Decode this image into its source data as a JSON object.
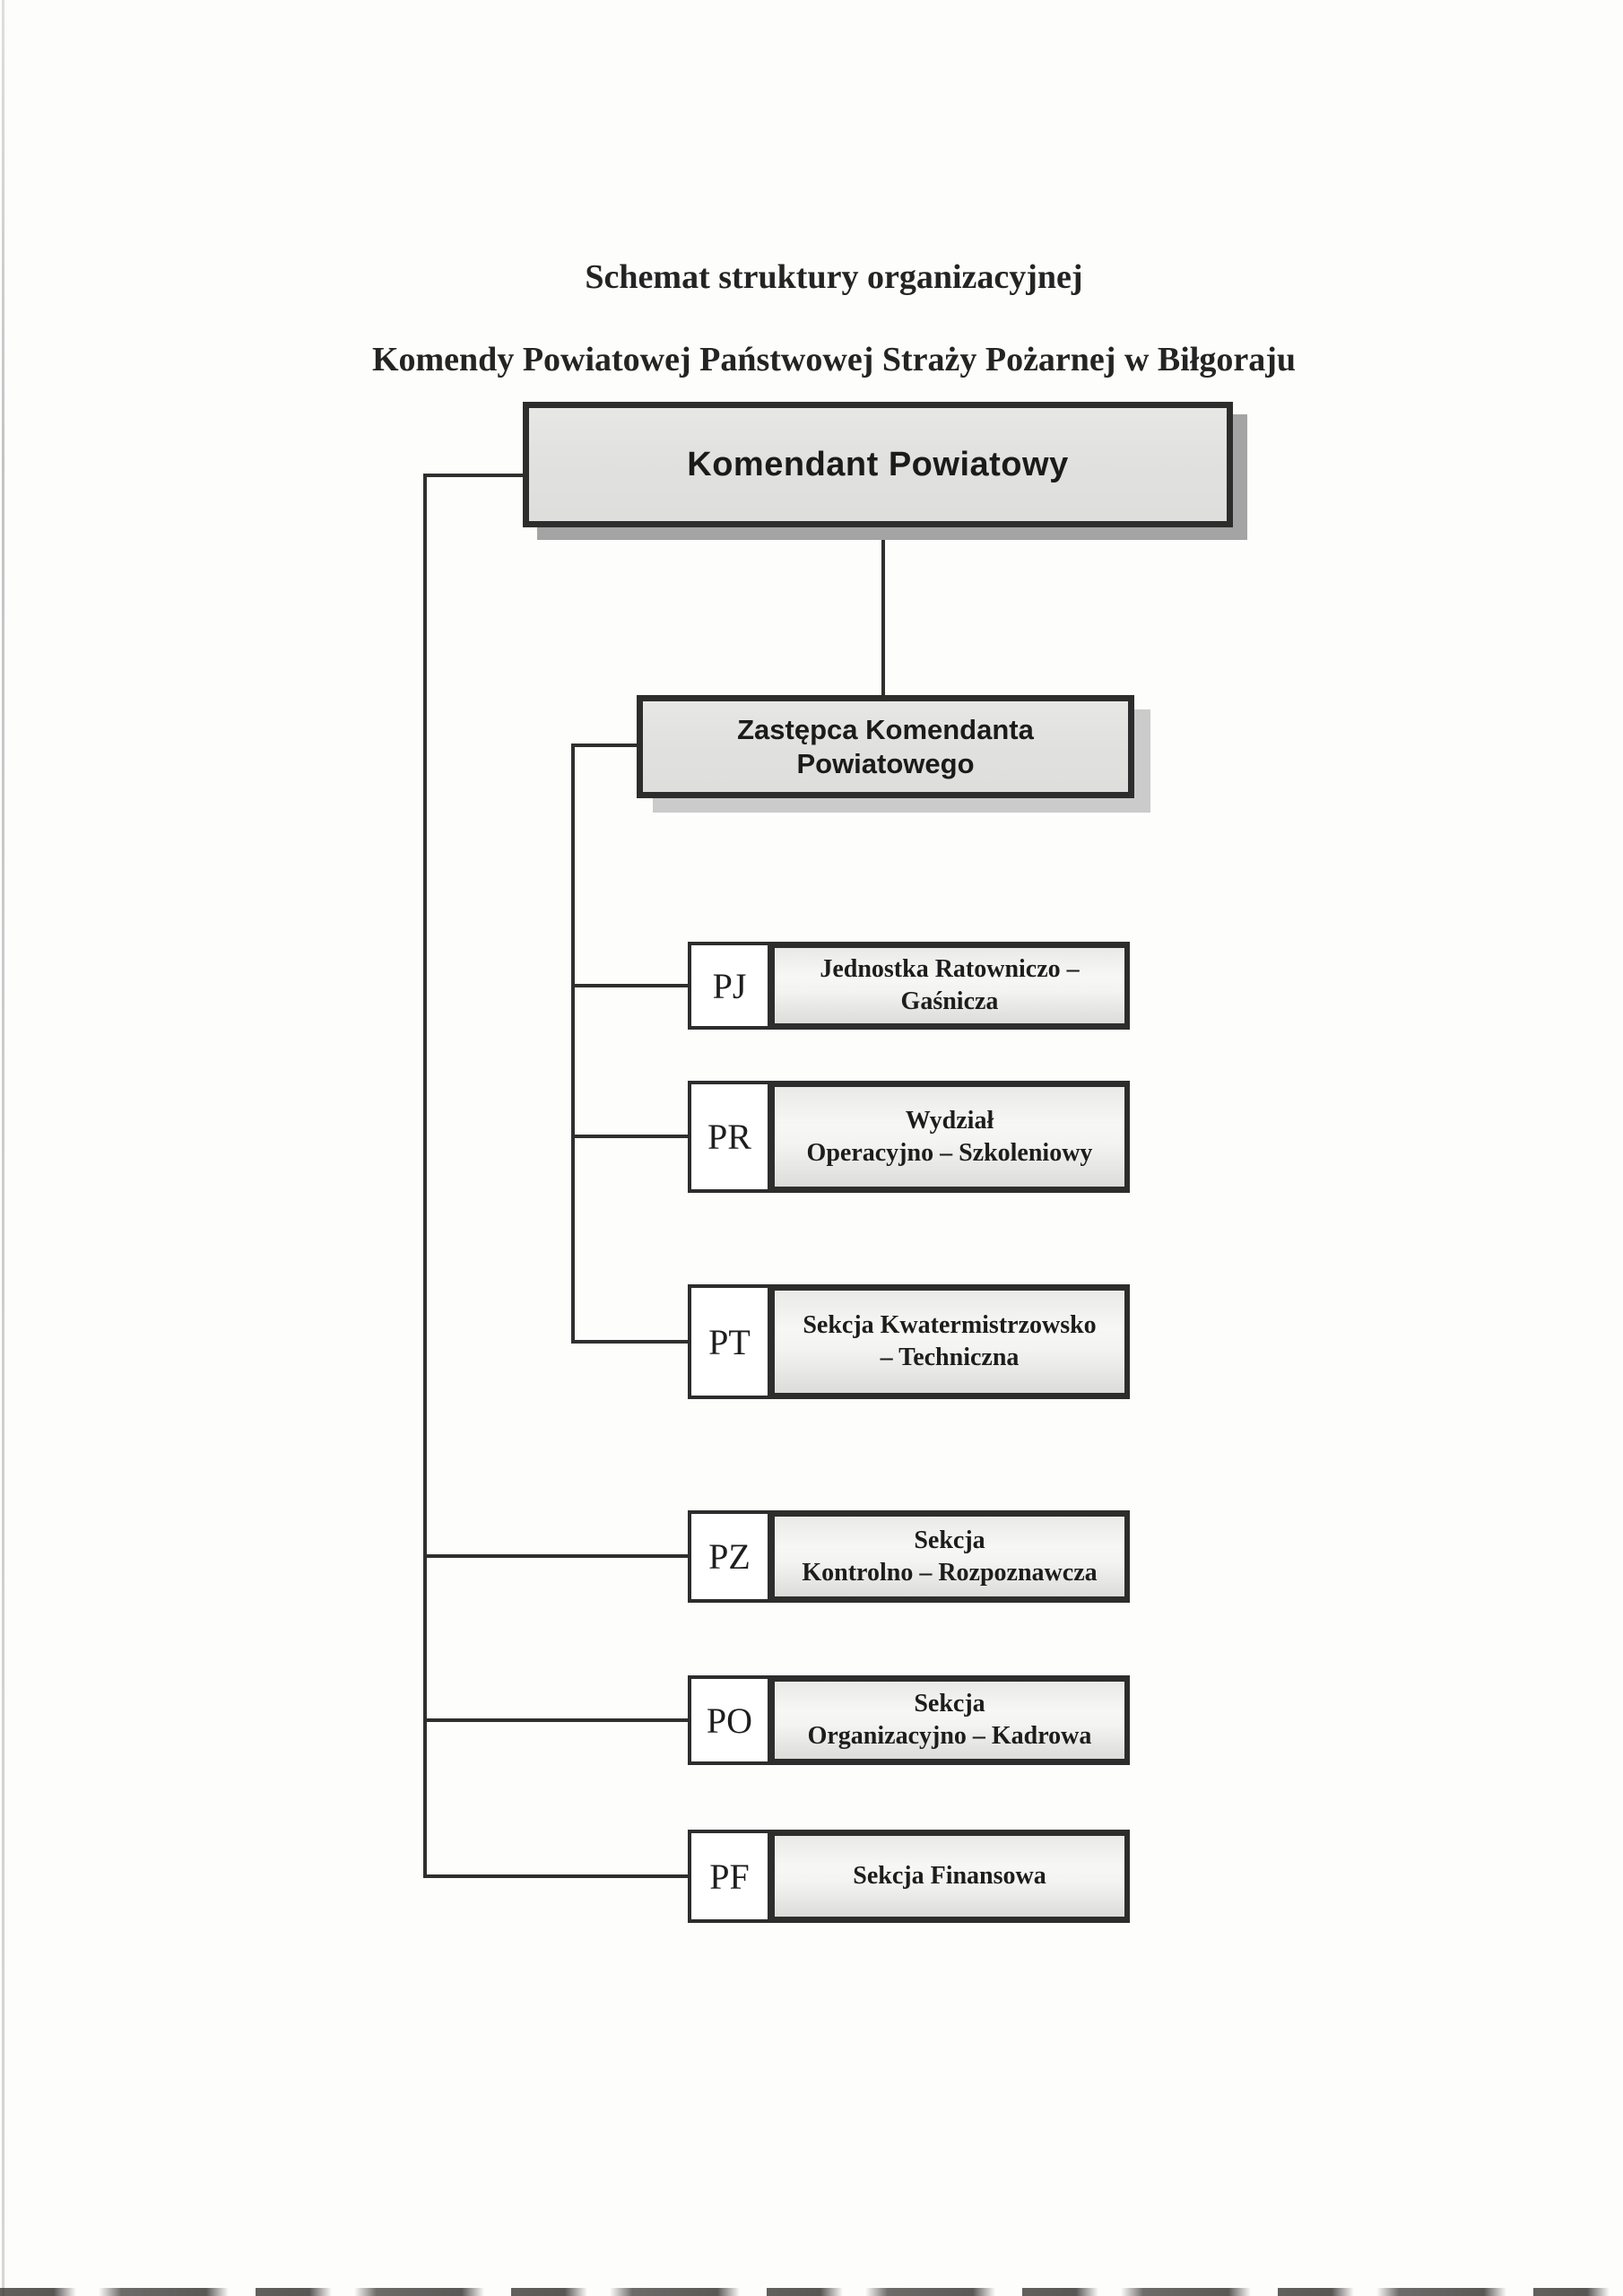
{
  "title": {
    "line1": "Schemat struktury organizacyjnej",
    "line2": "Komendy Powiatowej Państwowej Straży Pożarnej w Biłgoraju"
  },
  "org": {
    "root": {
      "label": "Komendant Powiatowy"
    },
    "deputy": {
      "label": "Zastępca Komendanta\nPowiatowego"
    },
    "units": [
      {
        "code": "PJ",
        "name": "Jednostka Ratowniczo –\nGaśnicza",
        "reports_to": "Zastępca Komendanta Powiatowego"
      },
      {
        "code": "PR",
        "name": "Wydział\nOperacyjno – Szkoleniowy",
        "reports_to": "Zastępca Komendanta Powiatowego"
      },
      {
        "code": "PT",
        "name": "Sekcja Kwatermistrzowsko\n– Techniczna",
        "reports_to": "Zastępca Komendanta Powiatowego"
      },
      {
        "code": "PZ",
        "name": "Sekcja\nKontrolno – Rozpoznawcza",
        "reports_to": "Komendant Powiatowy"
      },
      {
        "code": "PO",
        "name": "Sekcja\nOrganizacyjno – Kadrowa",
        "reports_to": "Komendant Powiatowy"
      },
      {
        "code": "PF",
        "name": "Sekcja Finansowa",
        "reports_to": "Komendant Powiatowy"
      }
    ]
  },
  "colors": {
    "line": "#2f2f2f",
    "border": "#2d2d2d",
    "box_fill": "#e3e3e1",
    "root_shadow": "#a4a4a4",
    "deputy_shadow": "#cbcbcb",
    "text": "#1d1d1d"
  }
}
